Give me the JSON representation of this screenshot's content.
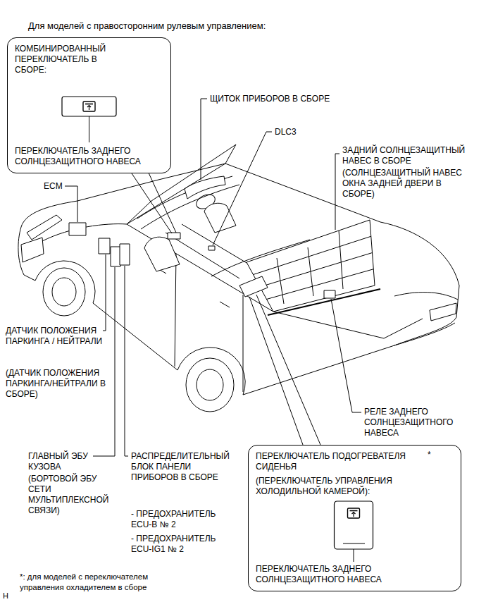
{
  "diagram": {
    "title": "Для моделей с правосторонним рулевым управлением:",
    "nodes": [
      {
        "text": [
          "КОМБИНИРОВАННЫЙ ПЕРЕКЛЮЧАТЕЛЬ В СБОРЕ:",
          "ПЕРЕКЛЮЧАТЕЛЬ ЗАДНЕГО СОЛНЦЕЗАЩИТНОГО НАВЕСА"
        ]
      },
      {
        "text": [
          "ПЕРЕКЛЮЧАТЕЛЬ ПОДОГРЕВАТЕЛЯ СИДЕНЬЯ",
          "*",
          "(ПЕРЕКЛЮЧАТЕЛЬ УПРАВЛЕНИЯ ХОЛОДИЛЬНОЙ КАМЕРОЙ):",
          "ПЕРЕКЛЮЧАТЕЛЬ ЗАДНЕГО СОЛНЦЕЗАЩИТНОГО НАВЕСА"
        ]
      }
    ],
    "labels": [
      "ЩИТОК ПРИБОРОВ В СБОРЕ",
      "DLC3",
      "ЗАДНИЙ СОЛНЦЕЗАЩИТНЫЙ НАВЕС В СБОРЕ",
      "(СОЛНЦЕЗАЩИТНЫЙ НАВЕС ОКНА ЗАДНЕЙ ДВЕРИ В СБОРЕ)",
      "ECM",
      "ДАТЧИК ПОЛОЖЕНИЯ ПАРКИНГА / НЕЙТРАЛИ",
      "(ДАТЧИК ПОЛОЖЕНИЯ ПАРКИНГА/НЕЙТРАЛИ В СБОРЕ)",
      "РЕЛЕ ЗАДНЕГО СОЛНЦЕЗАЩИТНОГО НАВЕСА",
      "ГЛАВНЫЙ ЭБУ КУЗОВА",
      "(БОРТОВОЙ ЭБУ СЕТИ МУЛЬТИПЛЕКСНОЙ СВЯЗИ)",
      "РАСПРЕДЕЛИТЕЛЬНЫЙ БЛОК ПАНЕЛИ ПРИБОРОВ В СБОРЕ",
      "- ПРЕДОХРАНИТЕЛЬ ECU-B № 2",
      "- ПРЕДОХРАНИТЕЛЬ ECU-IG1 № 2",
      "*: для моделей с переключателем управления охладителем в сборе",
      "H"
    ]
  }
}
